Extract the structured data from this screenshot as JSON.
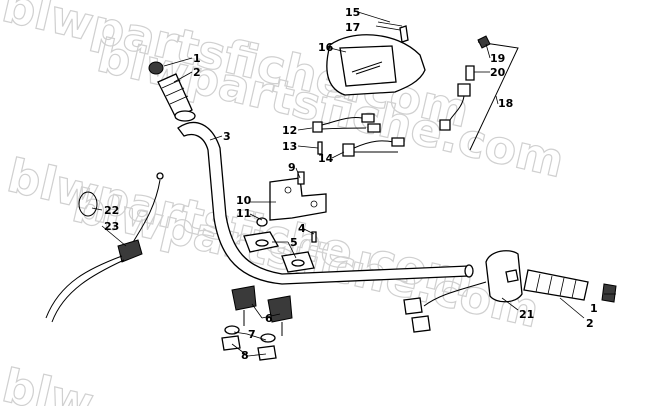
{
  "watermark": {
    "line1": "blwpartsfiche.com",
    "line2": "blwpartsfiche.com",
    "line3": "blwpartsfiche.com",
    "line4": "blwpartsfiche.com",
    "line5": "blw"
  },
  "callouts": {
    "c1a": "1",
    "c2a": "2",
    "c3": "3",
    "c4": "4",
    "c5": "5",
    "c6": "6",
    "c7": "7",
    "c8": "8",
    "c9": "9",
    "c10": "10",
    "c11": "11",
    "c12": "12",
    "c13": "13",
    "c14": "14",
    "c15": "15",
    "c16": "16",
    "c17": "17",
    "c18": "18",
    "c19": "19",
    "c20": "20",
    "c21": "21",
    "c22": "22",
    "c23": "23",
    "c1b": "1",
    "c2b": "2"
  }
}
